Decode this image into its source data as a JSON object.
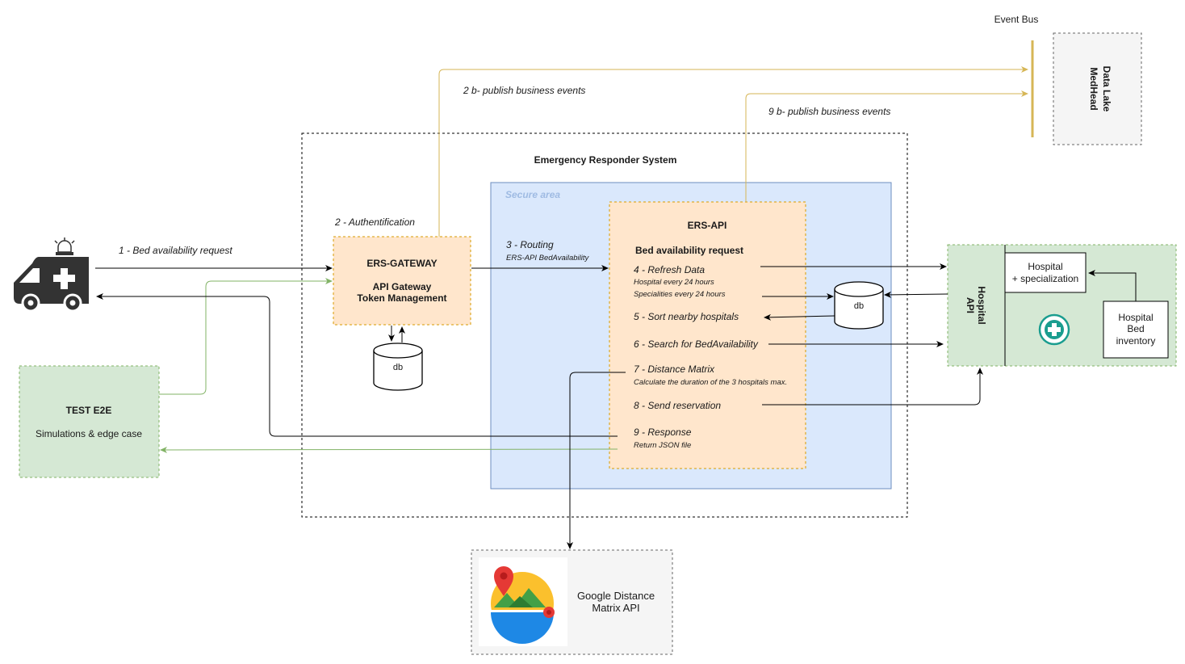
{
  "event_bus": {
    "label": "Event Bus"
  },
  "data_lake": {
    "line1": "Data Lake",
    "line2": "MedHead"
  },
  "ers_system": {
    "title": "Emergency Responder System"
  },
  "secure_area": {
    "label": "Secure area"
  },
  "gateway": {
    "title": "ERS-GATEWAY",
    "line1": "API Gateway",
    "line2": "Token Management",
    "db_label": "db",
    "step_label": "2 - Authentification"
  },
  "ers_api": {
    "title": "ERS-API",
    "subtitle": "Bed availability request",
    "db_label": "db",
    "steps": {
      "refresh": "4 - Refresh Data",
      "refresh_note1": "Hospital every 24 hours",
      "refresh_note2": "Specialities every 24 hours",
      "sort": "5 - Sort nearby hospitals",
      "search": "6 - Search for BedAvailability",
      "distance": "7 - Distance Matrix",
      "distance_note": "Calculate the duration of the 3 hospitals max.",
      "reserve": "8 - Send reservation",
      "response": "9 - Response",
      "response_note": "Return JSON file"
    }
  },
  "flows": {
    "bed_request": "1 - Bed availability request",
    "routing": "3 - Routing",
    "routing_note": "ERS-API BedAvailability",
    "publish_2b": "2 b- publish business events",
    "publish_9b": "9 b- publish business events"
  },
  "test_e2e": {
    "title": "TEST E2E",
    "subtitle": "Simulations & edge case"
  },
  "hospital": {
    "api_line1": "Hospital",
    "api_line2": "API",
    "specialization_line1": "Hospital",
    "specialization_line2": "+ specialization",
    "inventory_line1": "Hospital",
    "inventory_line2": "Bed",
    "inventory_line3": "inventory"
  },
  "google": {
    "line1": "Google Distance",
    "line2": "Matrix API"
  },
  "icons": {
    "ambulance": "ambulance-icon",
    "siren": "siren-icon",
    "hospital_cross": "medical-cross-icon",
    "google_maps": "google-maps-icon"
  },
  "colors": {
    "orange_fill": "#ffe6cc",
    "orange_border": "#d79b00",
    "green_fill": "#d5e8d4",
    "green_border": "#82b366",
    "blue_fill": "#dae8fc",
    "blue_border": "#6c8ebf",
    "gold_line": "#d6b656",
    "teal": "#1a9d8f"
  }
}
